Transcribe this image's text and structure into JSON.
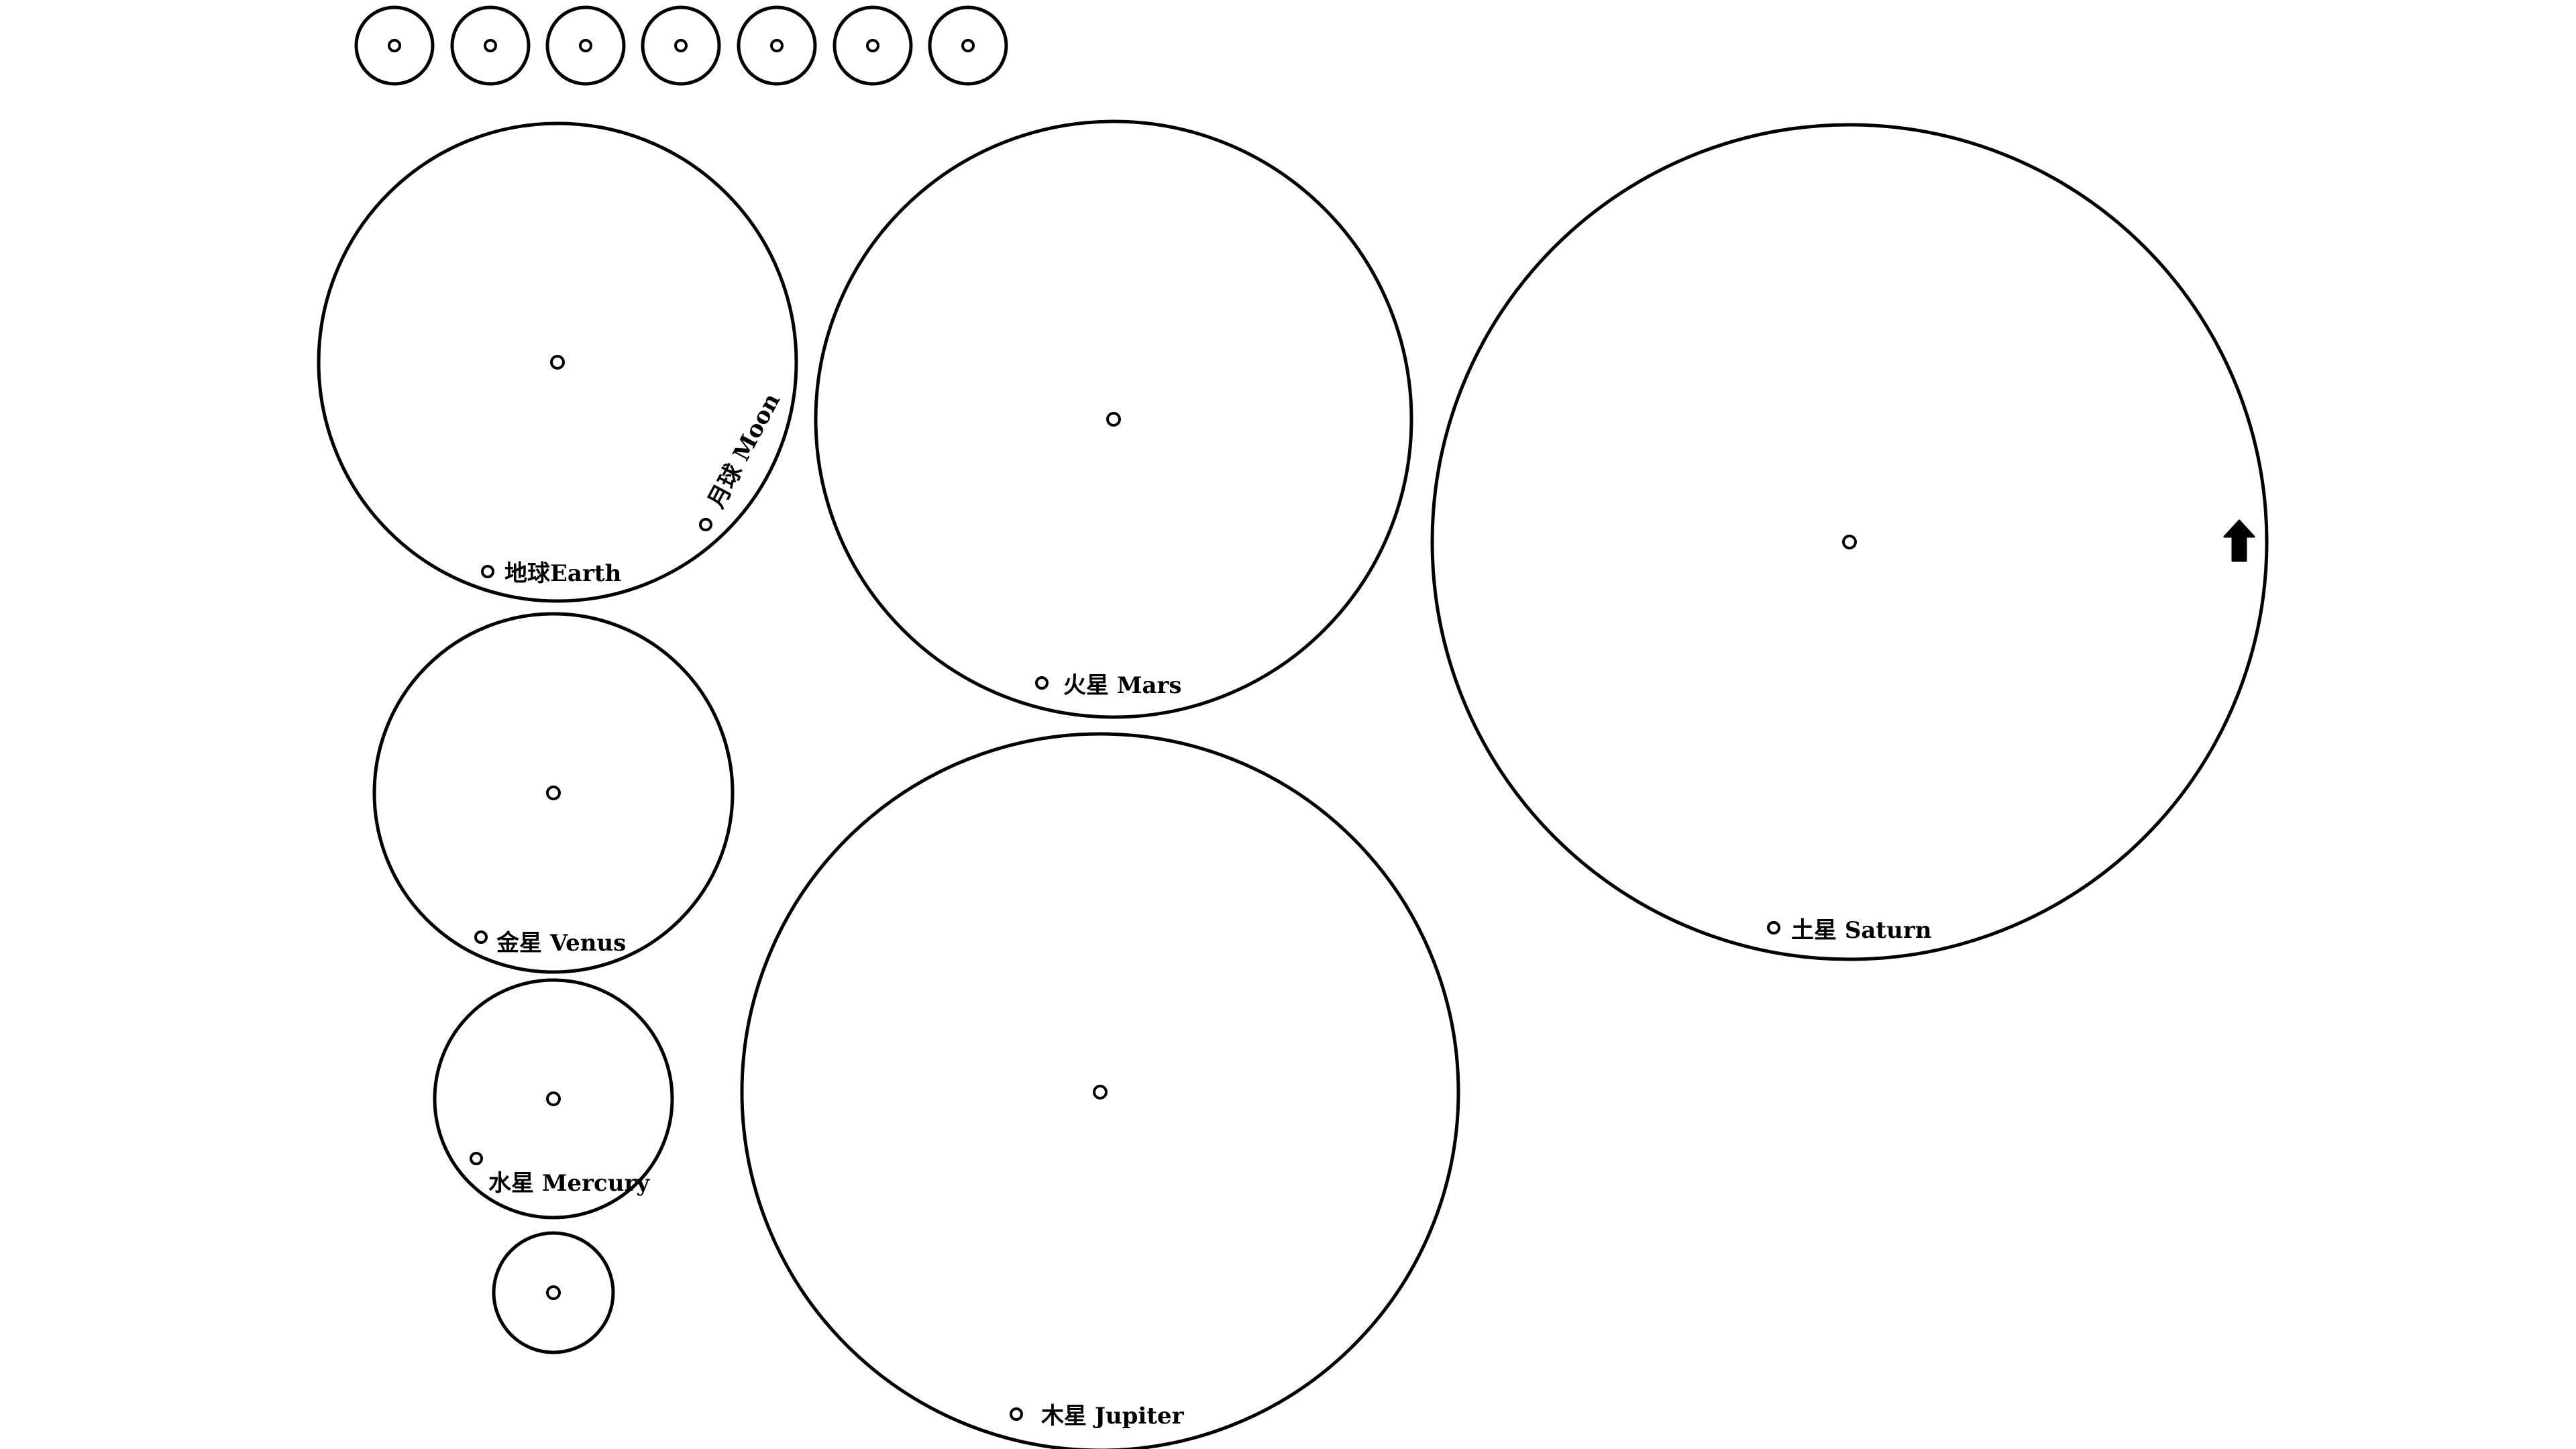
{
  "colors": {
    "background": "#ffffff",
    "stroke": "#000000"
  },
  "icons": {
    "arrow": "up-arrow-icon"
  },
  "labels": {
    "earth": "地球Earth",
    "moon": "月球 Moon",
    "mars": "火星 Mars",
    "saturn": "土星 Saturn",
    "venus": "金星 Venus",
    "mercury": "水星 Mercury",
    "jupiter": "木星 Jupiter"
  }
}
